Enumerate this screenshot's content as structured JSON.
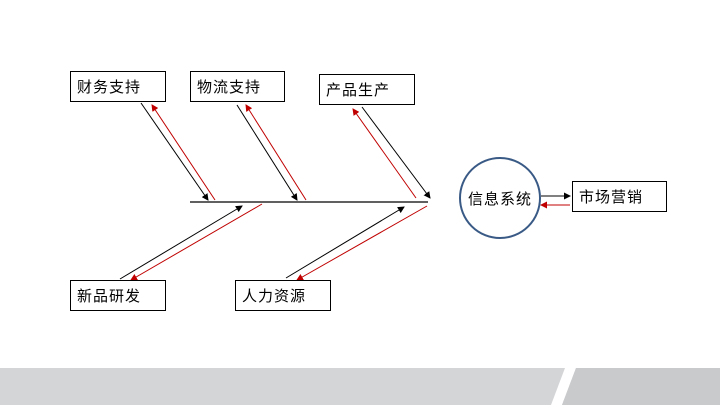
{
  "diagram": {
    "causes_top": [
      {
        "label": "财务支持"
      },
      {
        "label": "物流支持"
      },
      {
        "label": "产品生产"
      }
    ],
    "causes_bottom": [
      {
        "label": "新品研发"
      },
      {
        "label": "人力资源"
      }
    ],
    "hub": {
      "label": "信息系统"
    },
    "outcome": {
      "label": "市场营销"
    },
    "colors": {
      "line": "#000000",
      "feedback": "#c00000",
      "hub_border": "#3a5a86",
      "footer_band": "#d4d5d7"
    }
  }
}
